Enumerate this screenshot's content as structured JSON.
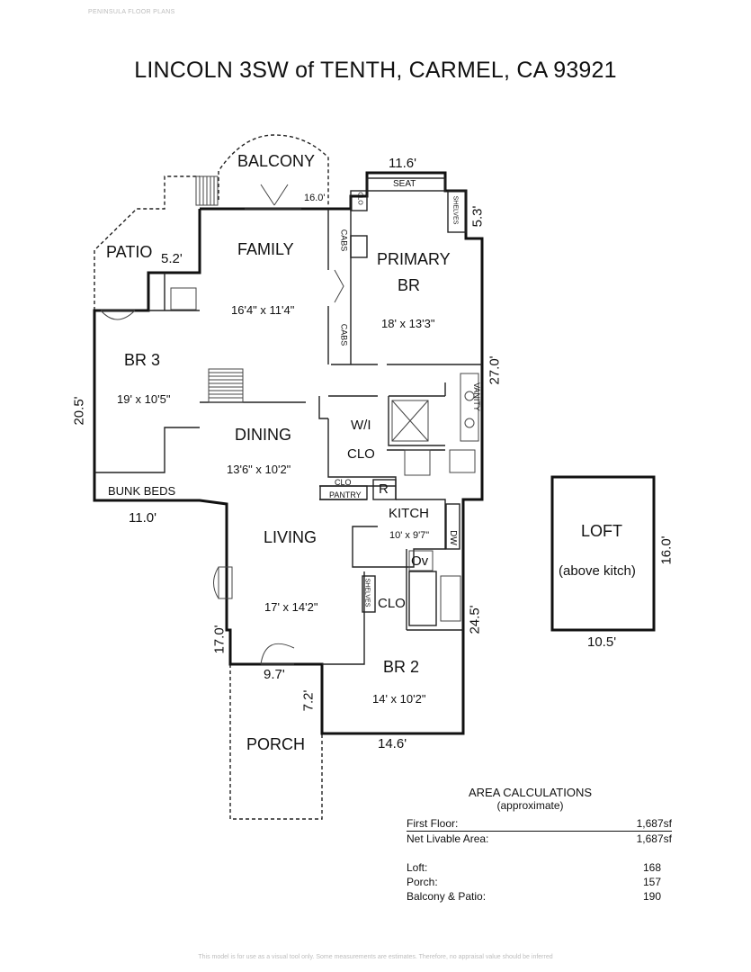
{
  "brand": "PENINSULA FLOOR PLANS",
  "title": "LINCOLN 3SW of TENTH, CARMEL, CA 93921",
  "rooms": {
    "balcony": "BALCONY",
    "patio": "PATIO",
    "family": "FAMILY",
    "family_size": "16'4\" x 11'4\"",
    "primary_line1": "PRIMARY",
    "primary_line2": "BR",
    "primary_size": "18' x 13'3\"",
    "br3": "BR 3",
    "br3_size": "19' x 10'5\"",
    "bunk_beds": "BUNK BEDS",
    "dining": "DINING",
    "dining_size": "13'6\" x 10'2\"",
    "wi": "W/I",
    "wi_clo": "CLO",
    "clo_small": "CLO",
    "pantry": "PANTRY",
    "r": "R",
    "kitchen": "KITCH",
    "kitchen_size": "10' x 9'7\"",
    "dw": "DW",
    "oven": "Ov",
    "living": "LIVING",
    "living_size": "17' x 14'2\"",
    "clo_br2": "CLO",
    "shelves": "SHELVES",
    "br2": "BR 2",
    "br2_size": "14' x 10'2\"",
    "porch": "PORCH",
    "loft": "LOFT",
    "loft_note": "(above kitch)",
    "seat": "SEAT",
    "cabs_top": "CABS",
    "cabs_bottom": "CABS",
    "vanity": "VANITY",
    "shelves_primary": "SHELVES",
    "clo_primary": "CLO"
  },
  "dimensions": {
    "balcony_width": "16.0'",
    "primary_top": "11.6'",
    "primary_side": "5.3'",
    "patio_side": "5.2'",
    "left_side": "20.5'",
    "right_side": "27.0'",
    "br3_bottom": "11.0'",
    "living_left": "17.0'",
    "porch_top": "9.7'",
    "porch_side": "7.2'",
    "br2_bottom": "14.6'",
    "kitchen_right": "24.5'",
    "loft_bottom": "10.5'",
    "loft_side": "16.0'"
  },
  "area": {
    "heading": "AREA CALCULATIONS",
    "subheading": "(approximate)",
    "rows": [
      {
        "label": "First Floor:",
        "value": "1,687sf"
      },
      {
        "label": "Net Livable Area:",
        "value": "1,687sf"
      },
      {
        "label": "Loft:",
        "value": "168"
      },
      {
        "label": "Porch:",
        "value": "157"
      },
      {
        "label": "Balcony & Patio:",
        "value": "190"
      }
    ]
  },
  "disclaimer": "This model is for use as a visual tool only. Some measurements are estimates. Therefore, no appraisal value should be inferred"
}
